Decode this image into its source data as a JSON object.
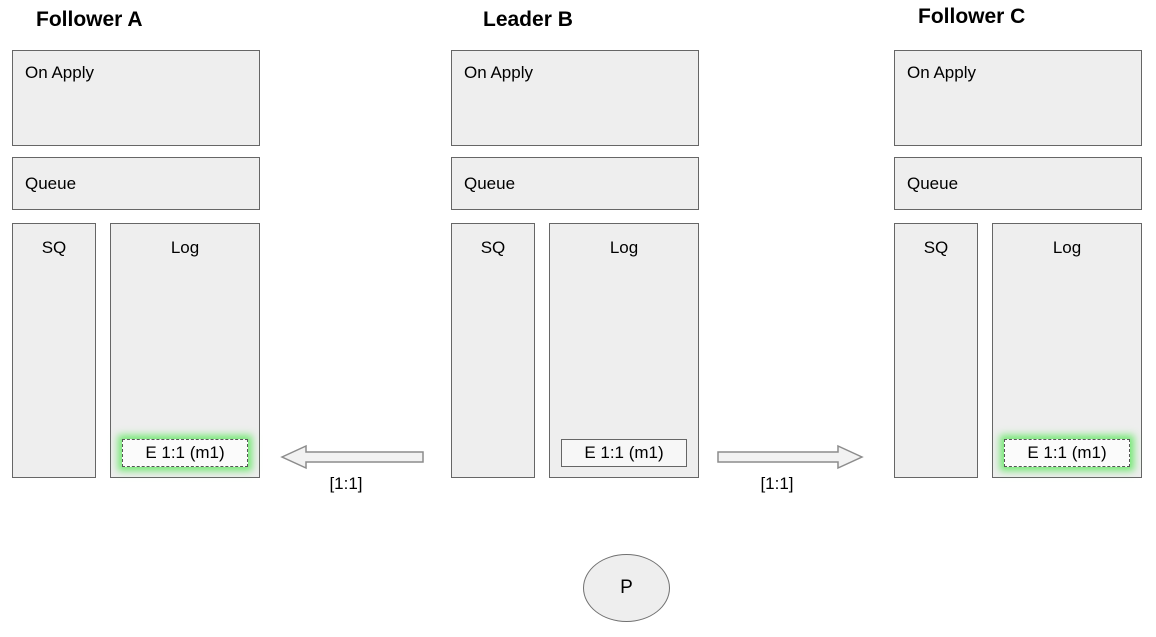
{
  "diagram": {
    "nodes": [
      {
        "id": "follower-a",
        "title": "Follower A",
        "on_apply_label": "On Apply",
        "queue_label": "Queue",
        "sq_label": "SQ",
        "log_label": "Log",
        "log_entries": [
          {
            "text": "E 1:1 (m1)",
            "highlighted": true
          }
        ]
      },
      {
        "id": "leader-b",
        "title": "Leader B",
        "on_apply_label": "On Apply",
        "queue_label": "Queue",
        "sq_label": "SQ",
        "log_label": "Log",
        "log_entries": [
          {
            "text": "E 1:1 (m1)",
            "highlighted": false
          }
        ]
      },
      {
        "id": "follower-c",
        "title": "Follower C",
        "on_apply_label": "On Apply",
        "queue_label": "Queue",
        "sq_label": "SQ",
        "log_label": "Log",
        "log_entries": [
          {
            "text": "E 1:1 (m1)",
            "highlighted": true
          }
        ]
      }
    ],
    "edges": [
      {
        "label": "[1:1]",
        "direction": "left"
      },
      {
        "label": "[1:1]",
        "direction": "right"
      }
    ],
    "process": {
      "label": "P"
    },
    "colors": {
      "box_fill": "#eeeeee",
      "box_border": "#666666",
      "entry_glow": "#61e861",
      "arrow_fill": "#f2f2f2",
      "arrow_border": "#8c8c8c"
    }
  }
}
